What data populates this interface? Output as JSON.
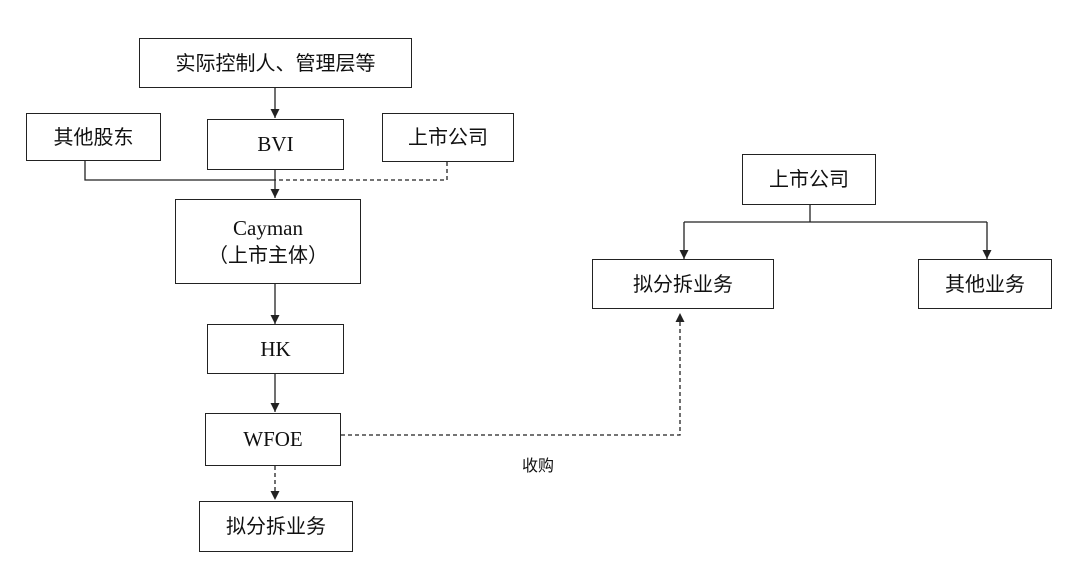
{
  "left_structure": {
    "controller": "实际控制人、管理层等",
    "other_shareholders": "其他股东",
    "bvi": "BVI",
    "listed_company": "上市公司",
    "cayman_line1": "Cayman",
    "cayman_line2": "（上市主体）",
    "hk": "HK",
    "wfoe": "WFOE",
    "spinoff_business": "拟分拆业务"
  },
  "right_structure": {
    "listed_company": "上市公司",
    "spinoff_business": "拟分拆业务",
    "other_business": "其他业务"
  },
  "acquisition_label": "收购"
}
